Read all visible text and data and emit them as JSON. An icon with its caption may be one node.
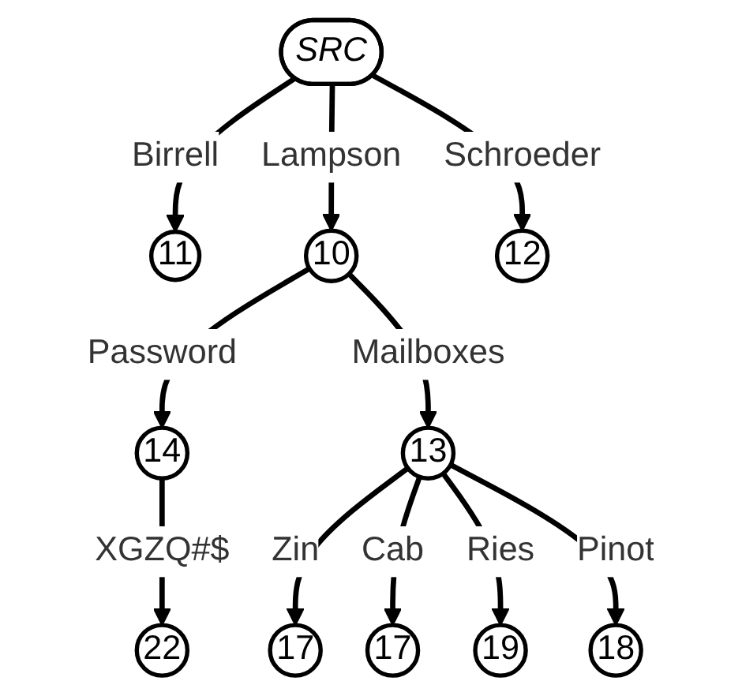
{
  "diagram": {
    "nodes": [
      {
        "text": [
          "SRC"
        ]
      },
      {
        "text": [
          "11"
        ]
      },
      {
        "text": [
          "10"
        ]
      },
      {
        "text": [
          "12"
        ]
      },
      {
        "text": [
          "14"
        ]
      },
      {
        "text": [
          "13"
        ]
      },
      {
        "text": [
          "22"
        ]
      },
      {
        "text": [
          "17"
        ]
      },
      {
        "text": [
          "17"
        ]
      },
      {
        "text": [
          "19"
        ]
      },
      {
        "text": [
          "18"
        ]
      }
    ],
    "edges": [
      {
        "from": 0,
        "to": 1,
        "arrow": "to",
        "label": "Birrell"
      },
      {
        "from": 0,
        "to": 2,
        "arrow": "to",
        "label": "Lampson"
      },
      {
        "from": 0,
        "to": 3,
        "arrow": "to",
        "label": "Schroeder"
      },
      {
        "from": 2,
        "to": 4,
        "arrow": "to",
        "label": "Password"
      },
      {
        "from": 2,
        "to": 5,
        "arrow": "to",
        "label": "Mailboxes"
      },
      {
        "from": 4,
        "to": 6,
        "arrow": "to",
        "label": "XGZQ#$"
      },
      {
        "from": 5,
        "to": 7,
        "arrow": "to",
        "label": "Zin"
      },
      {
        "from": 5,
        "to": 8,
        "arrow": "to",
        "label": "Cab"
      },
      {
        "from": 5,
        "to": 9,
        "arrow": "to",
        "label": "Ries"
      },
      {
        "from": 5,
        "to": 10,
        "arrow": "to",
        "label": "Pinot"
      }
    ]
  }
}
